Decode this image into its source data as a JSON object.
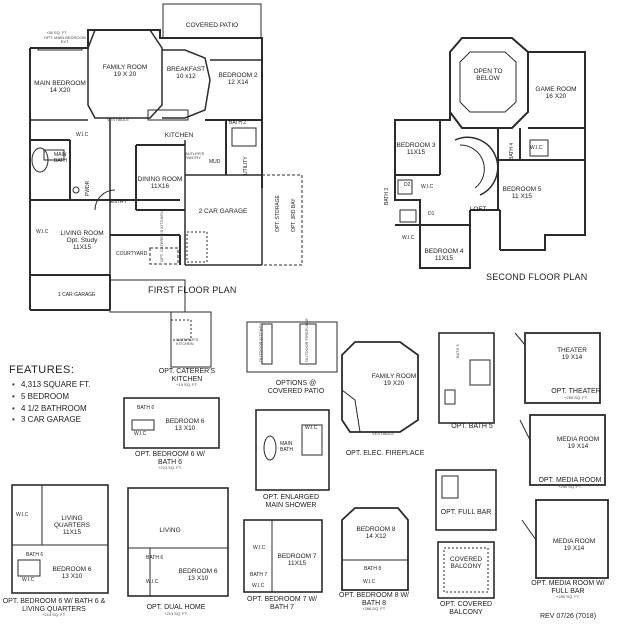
{
  "first_floor": {
    "title": "FIRST FLOOR PLAN",
    "rooms": {
      "covered_patio": "COVERED PATIO",
      "family_room": {
        "name": "FAMILY ROOM",
        "size": "19 X 20"
      },
      "breakfast": {
        "name": "BREAKFAST",
        "size": "10 x12"
      },
      "bedroom2": {
        "name": "BEDROOM 2",
        "size": "12 X14"
      },
      "main_bedroom": {
        "name": "MAIN BEDROOM",
        "size": "14 X20"
      },
      "kitchen": "KITCHEN",
      "vestibule": "VESTIBULE",
      "bath2": "BATH 2",
      "utility": "UTILITY",
      "mud": "MUD",
      "butlers_pantry": "BUTLER'S PANTRY",
      "main_bath": "MAIN BATH",
      "wic": "W.I.C",
      "pwdr": "PWDR",
      "dining_room": {
        "name": "DINING ROOM",
        "size": "11X16"
      },
      "entry": "ENTRY",
      "two_car_garage": "2 CAR GARAGE",
      "living_room": {
        "name": "LIVING ROOM",
        "sub": "Opt. Study",
        "size": "11X15"
      },
      "courtyard": "COURTYARD",
      "one_car_garage": "1 CAR GARAGE",
      "opt_storage": "OPT. STORAGE",
      "opt_3rd_bay": "OPT. 3RD BAY",
      "opt_caterers": "OPT. CATERER'S KITCHEN"
    },
    "notes": {
      "bench": "+36 SQ. FT.",
      "main_bedroom_ext": "OPT. MAIN BEDROOM EXT."
    }
  },
  "second_floor": {
    "title": "SECOND FLOOR PLAN",
    "rooms": {
      "open_to_below": "OPEN TO BELOW",
      "game_room": {
        "name": "GAME ROOM",
        "size": "16 X20"
      },
      "bedroom3": {
        "name": "BEDROOM 3",
        "size": "11X15"
      },
      "bath3": "BATH 3",
      "bath4": "BATH 4",
      "wic": "W.I.C",
      "bedroom5": {
        "name": "BEDROOM 5",
        "size": "11 X15"
      },
      "d2": "D2",
      "d1": "D1",
      "loft": "LOFT",
      "bedroom4": {
        "name": "BEDROOM 4",
        "size": "11X15"
      }
    }
  },
  "features": {
    "title": "FEATURES:",
    "items": [
      "4,313 SQUARE FT.",
      "5 BEDROOM",
      "4 1/2 BATHROOM",
      "3 CAR GARAGE"
    ]
  },
  "options": {
    "caterers_kitchen": {
      "label": "CATERER'S KITCHEN",
      "caption": "OPT. CATERER'S KITCHEN",
      "note": "+19 SQ. FT."
    },
    "covered_patio_options": {
      "labels": [
        "OUTDOOR KITCHEN",
        "OUTDOOR FIREPLACE"
      ],
      "caption": "OPTIONS @ COVERED PATIO"
    },
    "elec_fireplace": {
      "room": "FAMILY ROOM",
      "size": "19 X20",
      "vestibule": "VESTIBULE",
      "caption": "OPT. ELEC. FIREPLACE"
    },
    "bath5": {
      "label": "BATH 5",
      "caption": "OPT. BATH 5"
    },
    "theater": {
      "room": "THEATER",
      "size": "19 X14",
      "caption": "OPT. THEATER",
      "note": "+250 SQ. FT."
    },
    "bedroom6_bath6": {
      "bath": "BATH 6",
      "room": "BEDROOM 6",
      "size": "13 X10",
      "wic": "W.I.C",
      "caption": "OPT. BEDROOM 6 W/ BATH 6",
      "note": "+213 SQ. FT."
    },
    "enlarged_shower": {
      "wic": "W.I.C",
      "main_bath": "MAIN BATH",
      "caption": "OPT. ENLARGED MAIN SHOWER"
    },
    "media_room": {
      "room": "MEDIA ROOM",
      "size": "19 X14",
      "caption": "OPT. MEDIA ROOM",
      "note": "+250 SQ. FT."
    },
    "full_bar": {
      "caption": "OPT. FULL BAR"
    },
    "living_quarters": {
      "wic": "W.I.C",
      "living": "LIVING QUARTERS",
      "living_size": "11X15",
      "bath": "BATH 6",
      "room": "BEDROOM 6",
      "size": "13 X10",
      "wic2": "W.I.C",
      "caption": "OPT. BEDROOM 6 W/ BATH 6 & LIVING QUARTERS",
      "note": "+213 SQ. FT."
    },
    "dual_home": {
      "living": "LIVING",
      "bath": "BATH 6",
      "room": "BEDROOM 6",
      "size": "13 X10",
      "wic": "W.I.C",
      "caption": "OPT. DUAL HOME",
      "note": "+213 SQ. FT."
    },
    "bedroom7": {
      "wic": "W.I.C",
      "room": "BEDROOM 7",
      "size": "11X15",
      "bath": "BATH 7",
      "wic2": "W.I.C",
      "caption": "OPT. BEDROOM 7 W/ BATH 7"
    },
    "bedroom8": {
      "room": "BEDROOM 8",
      "size": "14 X12",
      "bath": "BATH 8",
      "wic": "W.I.C",
      "caption": "OPT. BEDROOM 8 W/ BATH 8",
      "note": "+286 SQ. FT."
    },
    "covered_balcony": {
      "label": "COVERED BALCONY",
      "caption": "OPT. COVERED BALCONY"
    },
    "media_full_bar": {
      "room": "MEDIA ROOM",
      "size": "19 X14",
      "caption": "OPT. MEDIA ROOM W/ FULL BAR",
      "note": "+250 SQ. FT."
    }
  },
  "revision": "REV 07/26 (7018)"
}
